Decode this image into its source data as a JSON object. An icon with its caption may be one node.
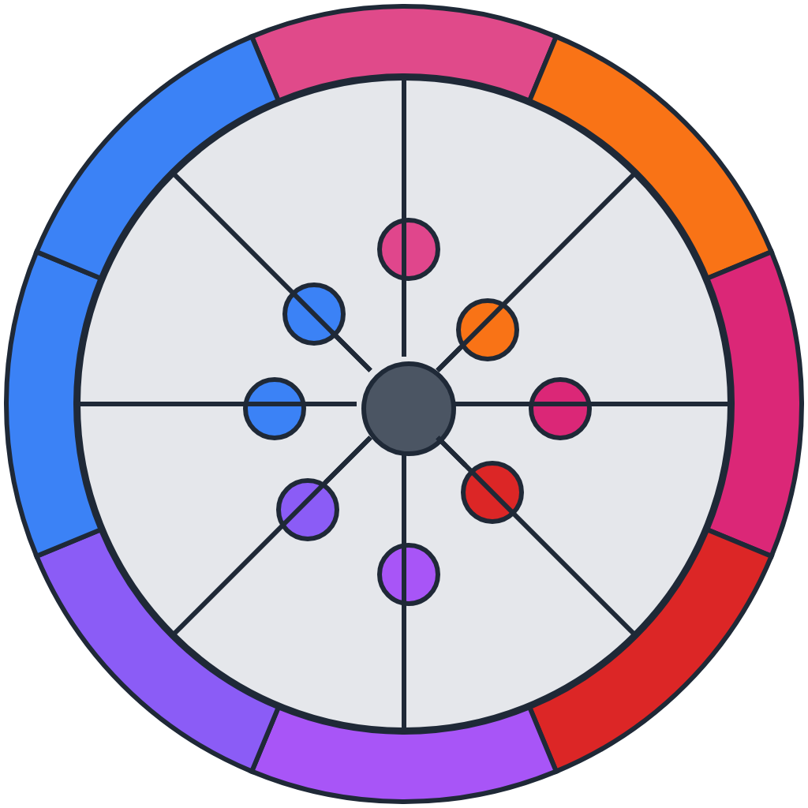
{
  "diagram": {
    "nodes": [
      {
        "text": [],
        "shape": "circle"
      },
      {
        "text": [],
        "shape": "circle",
        "in": 0
      },
      {
        "text": [],
        "shape": "circle",
        "in": 0
      },
      {
        "text": [],
        "shape": "circle",
        "in": 0
      },
      {
        "text": [],
        "shape": "circle",
        "in": 0
      },
      {
        "text": [],
        "shape": "circle",
        "in": 0
      },
      {
        "text": [],
        "shape": "circle",
        "in": 0
      },
      {
        "text": [],
        "shape": "circle",
        "in": 0
      },
      {
        "text": [],
        "shape": "circle",
        "in": 0
      },
      {
        "text": [],
        "shape": "circle",
        "in": 0
      }
    ],
    "edges": [
      {
        "from": 1,
        "to": 2,
        "arrow": "none"
      },
      {
        "from": 1,
        "to": 3,
        "arrow": "none"
      },
      {
        "from": 1,
        "to": 4,
        "arrow": "none"
      },
      {
        "from": 1,
        "to": 5,
        "arrow": "none"
      },
      {
        "from": 1,
        "to": 6,
        "arrow": "none"
      },
      {
        "from": 1,
        "to": 7,
        "arrow": "none"
      },
      {
        "from": 1,
        "to": 8,
        "arrow": "none"
      },
      {
        "from": 1,
        "to": 9,
        "arrow": "none"
      }
    ]
  }
}
